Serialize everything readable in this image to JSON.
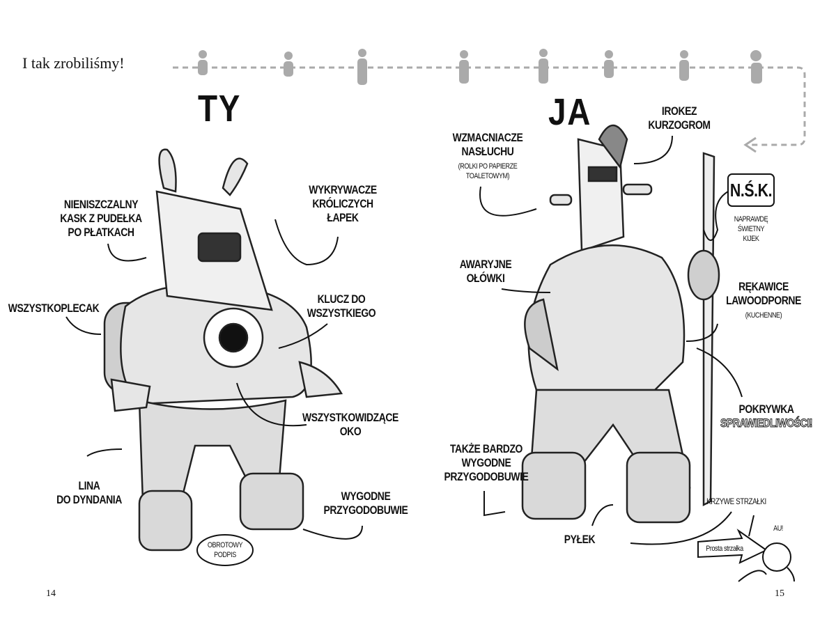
{
  "header": {
    "title": "I tak zrobiliśmy!"
  },
  "left_page": {
    "heading": "TY",
    "labels": {
      "helmet": [
        "NIENISZCZALNY",
        "KASK Z PUDEŁKA",
        "PO PŁATKACH"
      ],
      "detectors": [
        "WYKRYWACZE",
        "KRÓLICZYCH",
        "ŁAPEK"
      ],
      "backpack": [
        "WSZYSTKOPLECAK"
      ],
      "wrench": [
        "KLUCZ DO",
        "WSZYSTKIEGO"
      ],
      "eye": [
        "WSZYSTKOWIDZĄCE",
        "OKO"
      ],
      "rope": [
        "LINA",
        "DO DYNDANIA"
      ],
      "boots": [
        "WYGODNE",
        "PRZYGODOBUWIE"
      ],
      "signature": [
        "OBROTOWY",
        "PODPIS"
      ]
    },
    "page_number": "14"
  },
  "right_page": {
    "heading": "JA",
    "labels": {
      "mohawk": [
        "IROKEZ",
        "KURZOGROM"
      ],
      "amplifiers": [
        "WZMACNIACZE",
        "NASŁUCHU"
      ],
      "amplifiers_note": [
        "(ROLKI PO PAPIERZE",
        "TOALETOWYM)"
      ],
      "stick_abbr": "N.Ś.K.",
      "stick_note": [
        "NAPRAWDĘ",
        "ŚWIETNY",
        "KIJEK"
      ],
      "pencils": [
        "AWARYJNE",
        "OŁÓWKI"
      ],
      "gloves": [
        "RĘKAWICE",
        "LAWOODPORNE"
      ],
      "gloves_note": "(KUCHENNE)",
      "lid": [
        "POKRYWKA",
        "SPRAWIEDLIWOŚCI!"
      ],
      "boots": [
        "TAKŻE BARDZO",
        "WYGODNE",
        "PRZYGODOBUWIE"
      ],
      "pollen": "PYŁEK",
      "curved_arrows": "KRZYWE STRZAŁKI",
      "straight_arrow": "Prosta strzałka",
      "ouch": "AU!"
    },
    "page_number": "15"
  }
}
